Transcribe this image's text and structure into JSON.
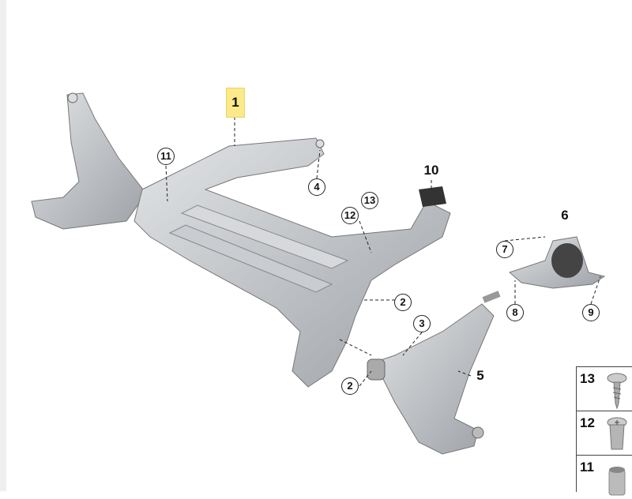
{
  "callouts": {
    "c1": "1",
    "c2a": "2",
    "c2b": "2",
    "c3": "3",
    "c4": "4",
    "c5": "5",
    "c6": "6",
    "c7": "7",
    "c8": "8",
    "c9": "9",
    "c10": "10",
    "c11": "11",
    "c12": "12",
    "c13": "13"
  },
  "legend": [
    {
      "number": "13",
      "icon": "screw-icon"
    },
    {
      "number": "12",
      "icon": "expanding-nut-icon"
    },
    {
      "number": "11",
      "icon": "bushing-sleeve-icon"
    }
  ],
  "colors": {
    "highlight": "#fbe98a",
    "part": "#b9bcc0"
  }
}
